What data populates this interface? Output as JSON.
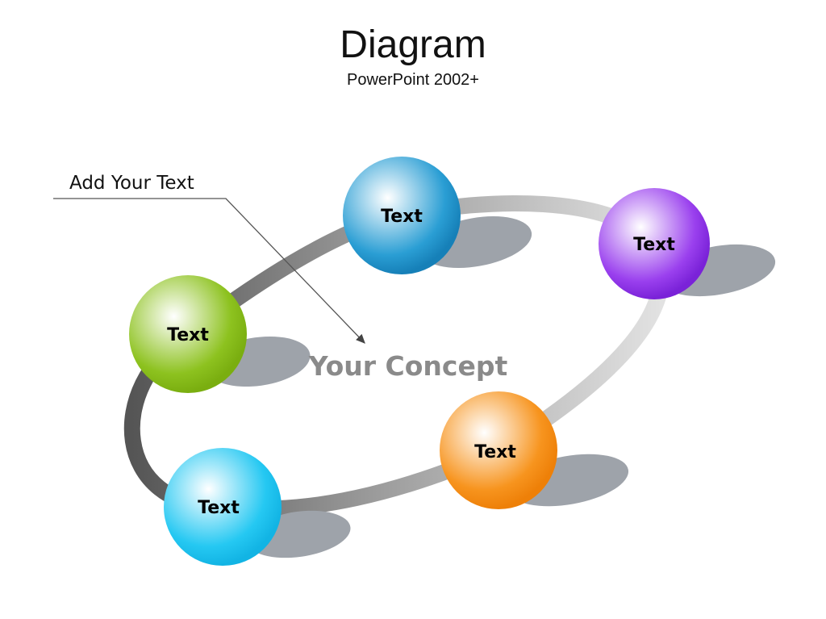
{
  "title": "Diagram",
  "subtitle": "PowerPoint 2002+",
  "callout": "Add Your Text",
  "center_label": "Your Concept",
  "nodes": [
    {
      "label": "Text",
      "color": "#8dc21f"
    },
    {
      "label": "Text",
      "color": "#1b8fc8"
    },
    {
      "label": "Text",
      "color": "#8a2be2"
    },
    {
      "label": "Text",
      "color": "#f7901e"
    },
    {
      "label": "Text",
      "color": "#1ec8f0"
    }
  ]
}
